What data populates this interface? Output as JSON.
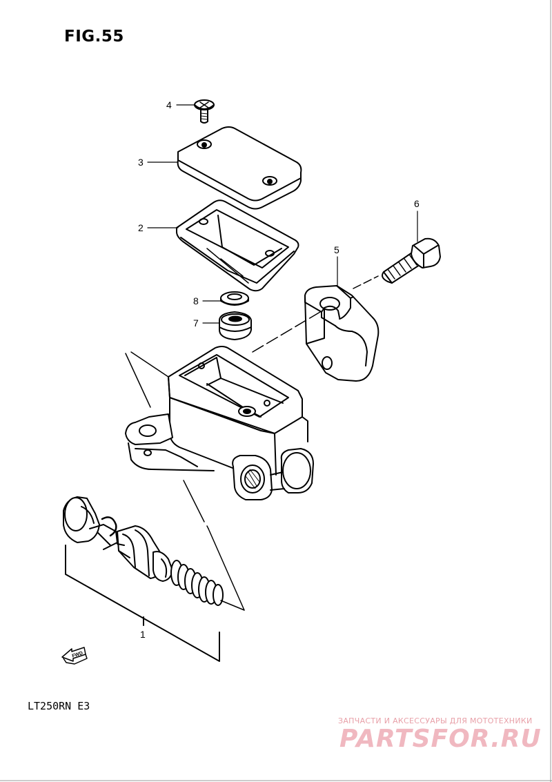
{
  "figure": {
    "title": "FIG.55"
  },
  "model_code": "LT250RN  E3",
  "callouts": [
    {
      "number": "1",
      "part": "master-cylinder-piston-kit"
    },
    {
      "number": "2",
      "part": "diaphragm-plate"
    },
    {
      "number": "3",
      "part": "reservoir-cap"
    },
    {
      "number": "4",
      "part": "cap-screw"
    },
    {
      "number": "5",
      "part": "master-cylinder-holder"
    },
    {
      "number": "6",
      "part": "holder-bolt"
    },
    {
      "number": "7",
      "part": "boot"
    },
    {
      "number": "8",
      "part": "washer"
    }
  ],
  "fwd_label": "FWD",
  "watermark": {
    "tagline": "ЗАПЧАСТИ И АКСЕССУАРЫ ДЛЯ МОТОТЕХНИКИ",
    "brand": "PARTSFOR.RU"
  },
  "colors": {
    "ink": "#000000",
    "watermark": "#f0b8c0"
  }
}
